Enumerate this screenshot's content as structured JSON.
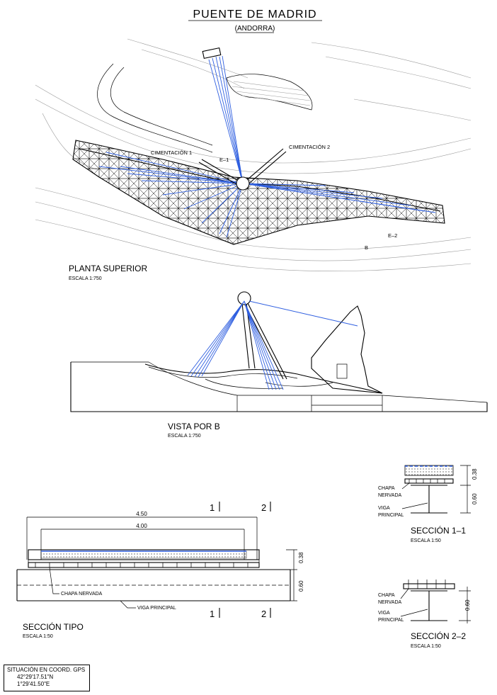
{
  "title": "PUENTE DE MADRID",
  "subtitle": "(ANDORRA)",
  "plan": {
    "label": "PLANTA SUPERIOR",
    "scale": "ESCALA 1:750",
    "foundation_1": "CIMENTACIÓN 1",
    "foundation_2": "CIMENTACIÓN 2",
    "marker_e1": "E–1",
    "marker_e2": "E–2",
    "marker_b": "B"
  },
  "elevation": {
    "label": "VISTA POR B",
    "scale": "ESCALA 1:750"
  },
  "section_tipo": {
    "label": "SECCIÓN TIPO",
    "scale": "ESCALA 1:50",
    "dim_outer": "4.50",
    "dim_inner": "4.00",
    "dim_depth_1": "0.38",
    "dim_depth_2": "0.60",
    "chapa": "CHAPA NERVADA",
    "viga": "VIGA PRINCIPAL",
    "cut_1": "1",
    "cut_2": "2"
  },
  "section_11": {
    "label": "SECCIÓN 1–1",
    "scale": "ESCALA 1:50",
    "chapa_1": "CHAPA",
    "chapa_2": "NERVADA",
    "viga_1": "VIGA",
    "viga_2": "PRINCIPAL",
    "dim_1": "0.38",
    "dim_2": "0.60"
  },
  "section_22": {
    "label": "SECCIÓN 2–2",
    "scale": "ESCALA 1:50",
    "chapa_1": "CHAPA",
    "chapa_2": "NERVADA",
    "viga_1": "VIGA",
    "viga_2": "PRINCIPAL",
    "dim_1": "0.60"
  },
  "gps": {
    "heading": "SITUACIÓN EN COORD. GPS",
    "lat": "42°29'17.51\"N",
    "lon": "1°29'41.50\"E"
  },
  "colors": {
    "cables": "#2f5fe0",
    "lines": "#000000",
    "terrain": "#9a9a9a"
  }
}
